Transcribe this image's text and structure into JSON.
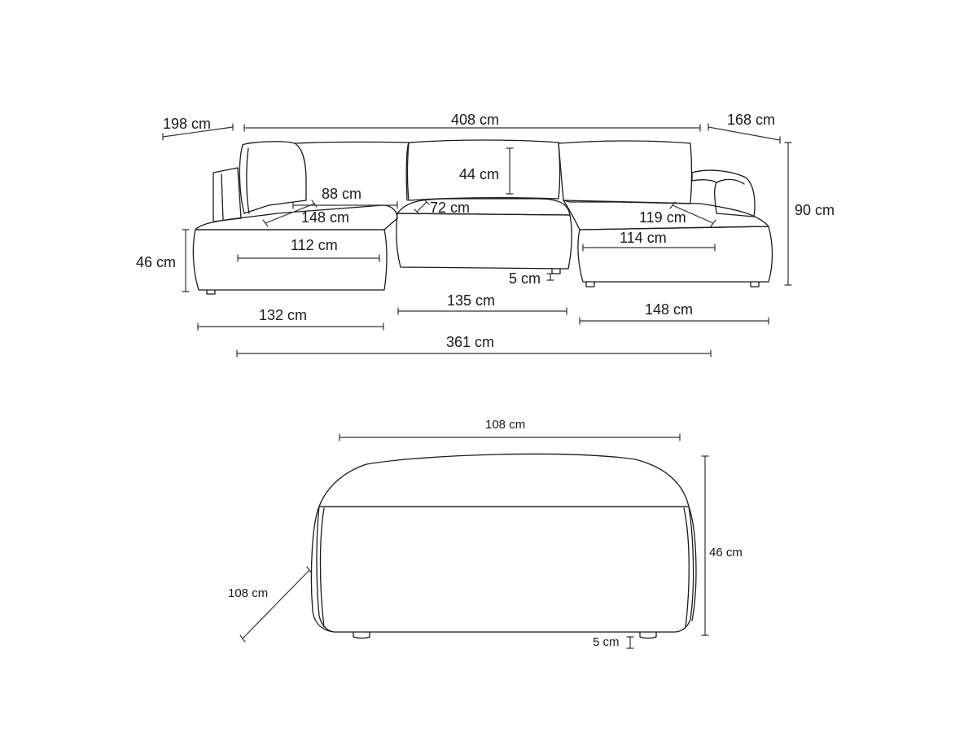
{
  "sofa": {
    "dimensions": {
      "left_depth": "198 cm",
      "total_back_width": "408 cm",
      "right_depth": "168 cm",
      "cushion_height": "44 cm",
      "total_height": "90 cm",
      "chaise_seat_width": "88 cm",
      "chaise_seat_depth_left": "148 cm",
      "middle_seat_depth": "72 cm",
      "chaise_seat_depth_right": "119 cm",
      "left_front_width": "112 cm",
      "right_front_width": "114 cm",
      "seat_height": "46 cm",
      "leg_height": "5 cm",
      "left_module_width": "132 cm",
      "middle_module_width": "135 cm",
      "right_module_width": "148 cm",
      "front_total_width": "361 cm"
    }
  },
  "ottoman": {
    "dimensions": {
      "width": "108 cm",
      "depth": "108 cm",
      "height": "46 cm",
      "leg_height": "5 cm"
    }
  }
}
